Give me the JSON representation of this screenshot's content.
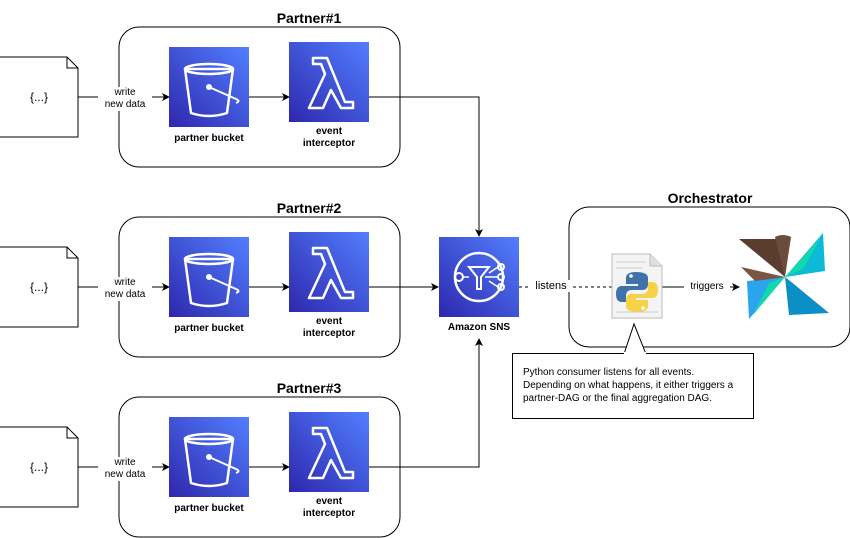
{
  "partners": [
    {
      "title": "Partner#1",
      "doc_label": "{...}",
      "edge_label": "write\nnew data",
      "bucket_label": "partner bucket",
      "lambda_label": "event\ninterceptor"
    },
    {
      "title": "Partner#2",
      "doc_label": "{...}",
      "edge_label": "write\nnew data",
      "bucket_label": "partner bucket",
      "lambda_label": "event\ninterceptor"
    },
    {
      "title": "Partner#3",
      "doc_label": "{...}",
      "edge_label": "write\nnew data",
      "bucket_label": "partner bucket",
      "lambda_label": "event\ninterceptor"
    }
  ],
  "sns": {
    "label": "Amazon SNS",
    "icon": "sns-icon"
  },
  "orchestrator": {
    "title": "Orchestrator",
    "listens_label": "listens",
    "triggers_label": "triggers",
    "python_icon": "python-file-icon",
    "airflow_icon": "airflow-pinwheel-icon"
  },
  "note": {
    "text": "Python consumer listens for all events. Depending on what happens, it either triggers a partner-DAG or the final aggregation DAG."
  },
  "colors": {
    "aws_blue": "#3b48cc",
    "stroke": "#000000"
  }
}
